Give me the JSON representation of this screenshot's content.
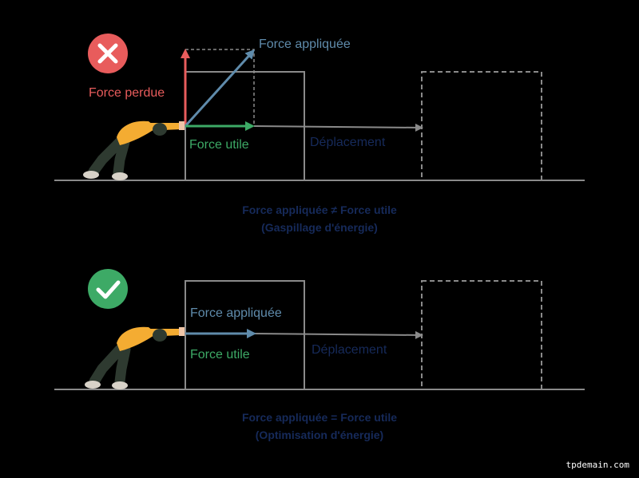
{
  "panels": [
    {
      "status": "wrong",
      "labels": {
        "applied_force": "Force appliquée",
        "lost_force": "Force perdue",
        "useful_force": "Force utile",
        "displacement": "Déplacement"
      },
      "caption_line1": "Force appliquée ≠ Force utile",
      "caption_line2": "(Gaspillage d'énergie)"
    },
    {
      "status": "correct",
      "labels": {
        "applied_force": "Force appliquée",
        "useful_force": "Force utile",
        "displacement": "Déplacement"
      },
      "caption_line1": "Force appliquée = Force utile",
      "caption_line2": "(Optimisation d'énergie)"
    }
  ],
  "watermark": "tpdemain.com",
  "colors": {
    "applied": "#5f8bab",
    "lost": "#e85c5c",
    "useful": "#3daa66",
    "displacement": "#162a5a",
    "caption": "#162a5a",
    "ground": "#8a8a8a",
    "box": "#8a8a8a",
    "wrong_badge": "#e85c5c",
    "correct_badge": "#3daa66",
    "person_shirt": "#f4ac32",
    "person_pants": "#2e3a30"
  }
}
